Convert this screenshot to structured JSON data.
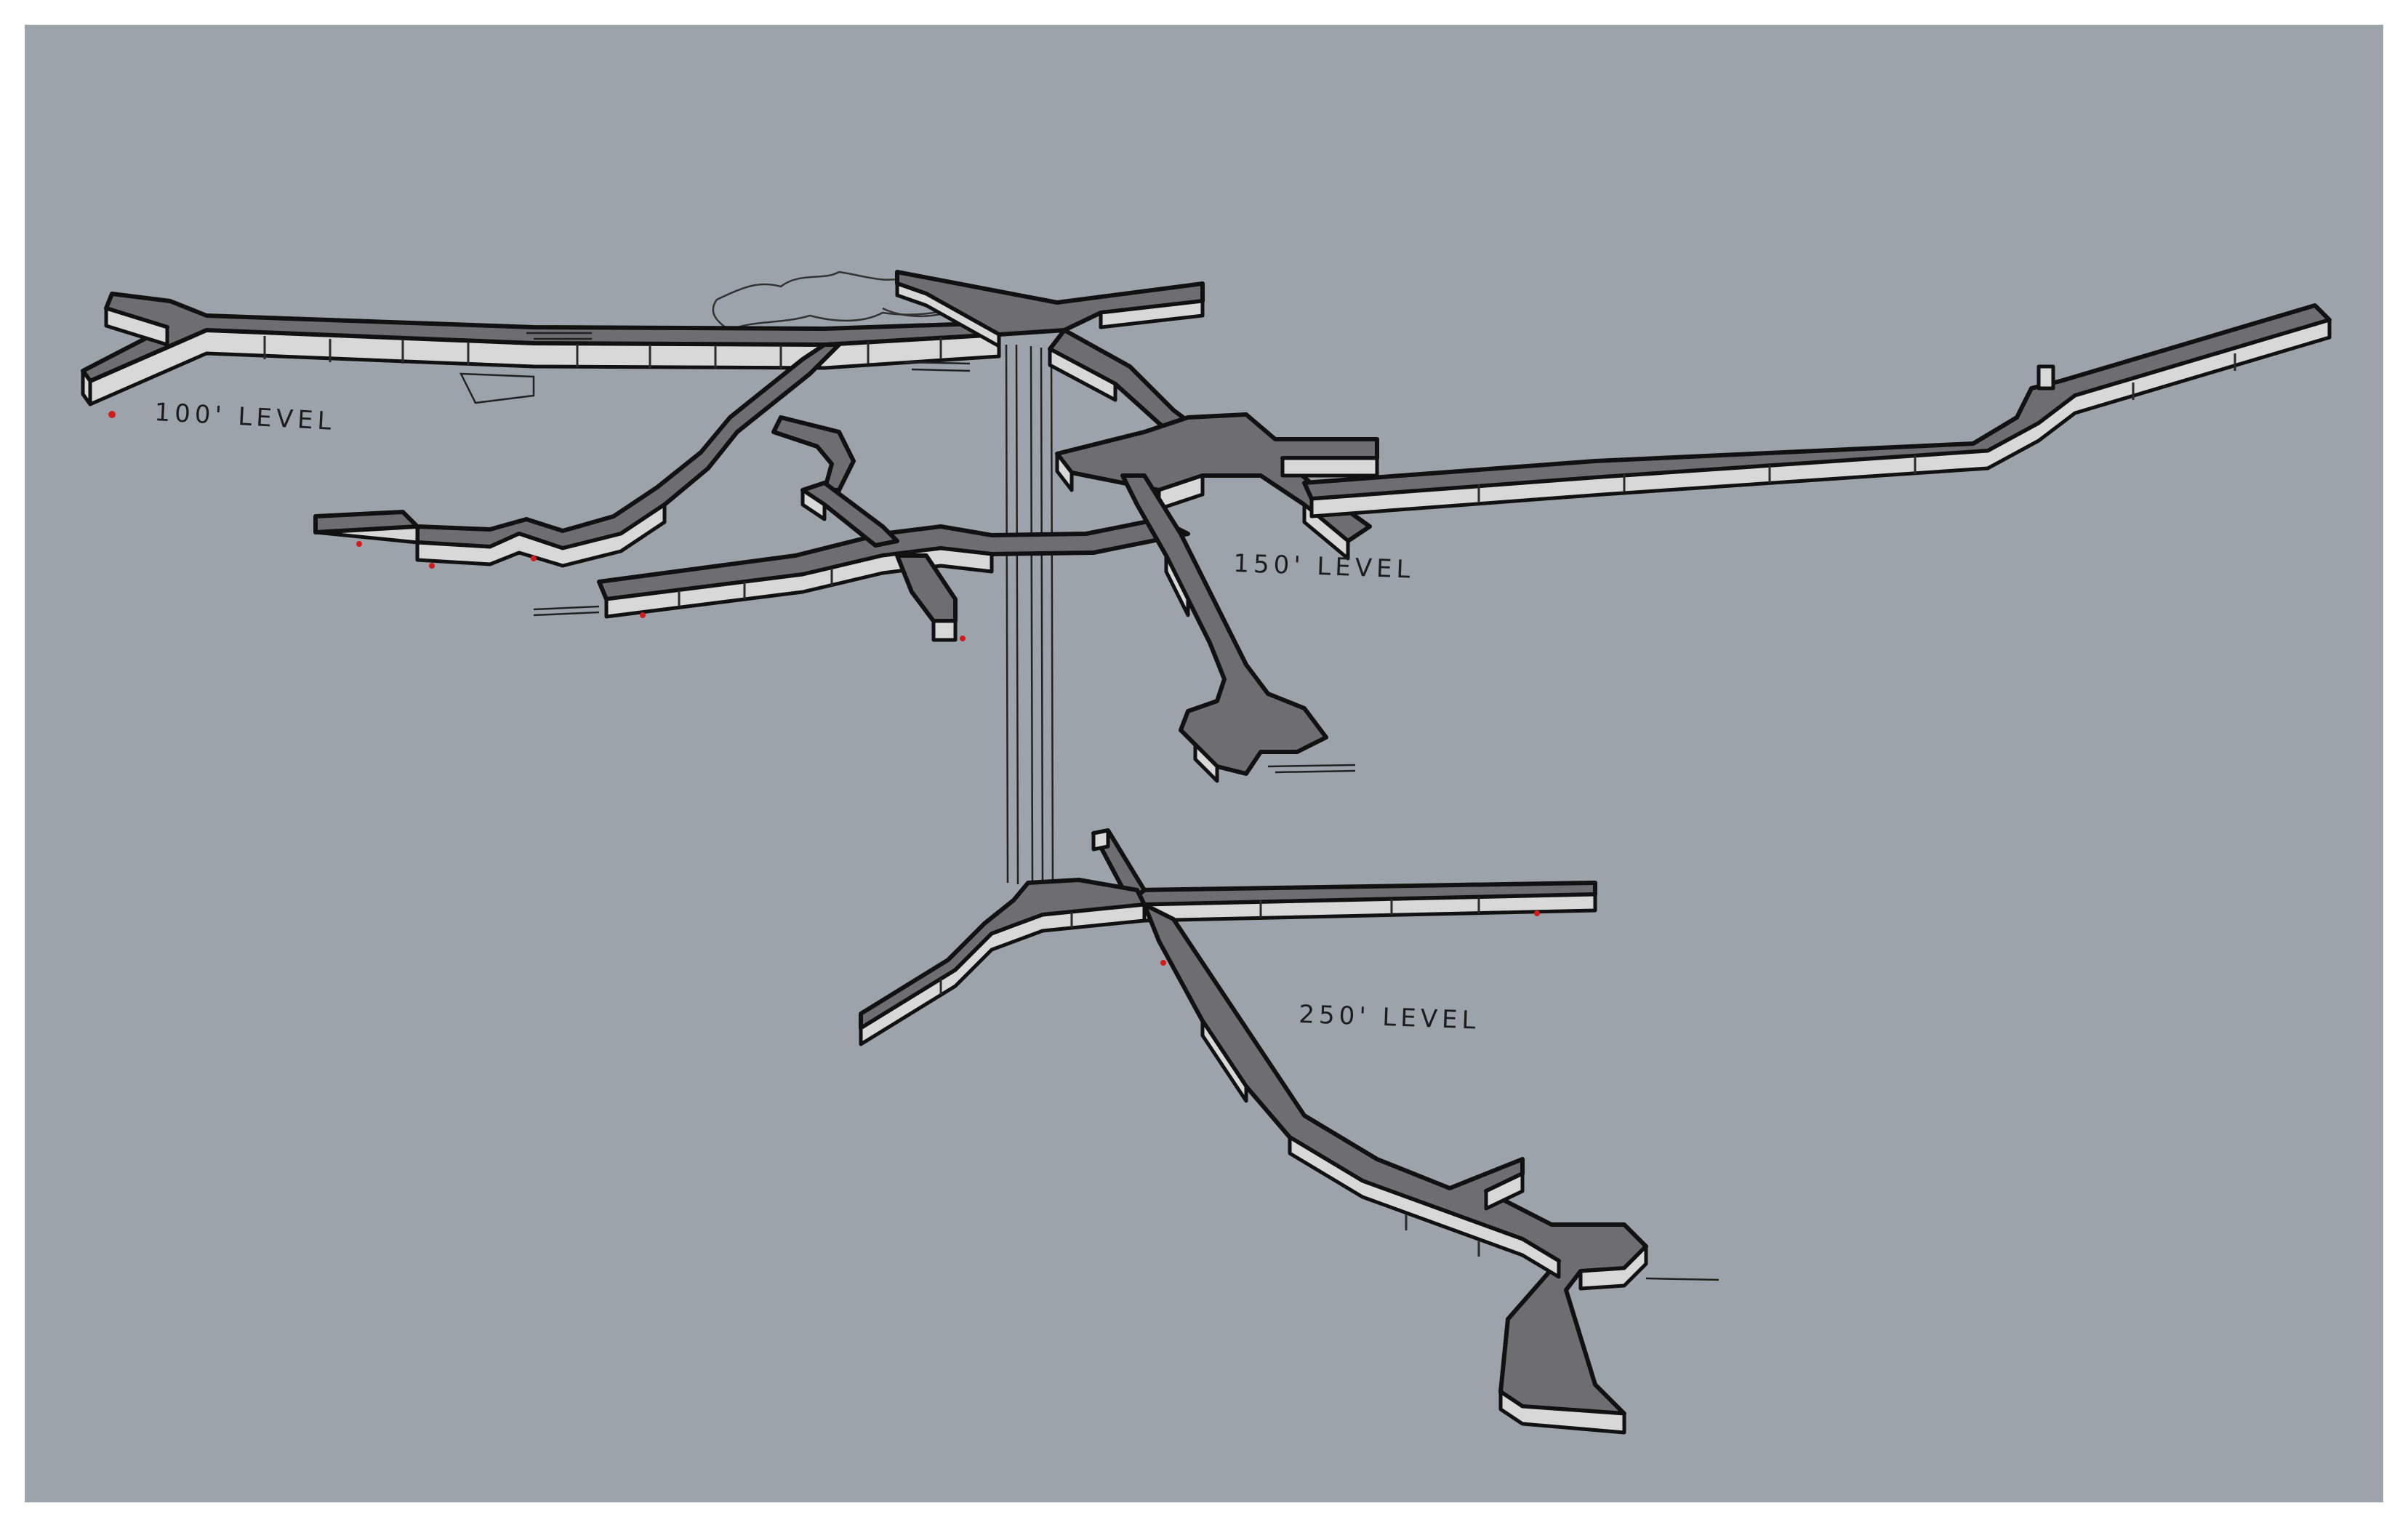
{
  "levels": {
    "level_100": "100' LEVEL",
    "level_150": "150' LEVEL",
    "level_250": "250' LEVEL"
  },
  "colors": {
    "background": "#9ca3aa",
    "tunnel_top": "#6e6e70",
    "tunnel_side": "#d8d8d8",
    "outline": "#111111",
    "marker": "#d21c1c"
  }
}
